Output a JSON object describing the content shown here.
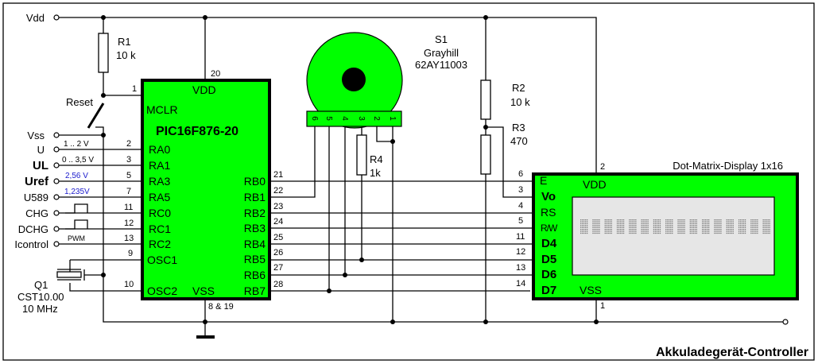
{
  "title": "Akkuladegerät-Controller",
  "colors": {
    "component_fill": "#00ff00",
    "lcd_screen": "#e6e6e6",
    "wire": "#000000",
    "blue_label": "#1a1acc"
  },
  "terminals": {
    "vdd": "Vdd",
    "vss": "Vss",
    "u": "U",
    "ul": "UL",
    "uref": "Uref",
    "u589": "U589",
    "chg": "CHG",
    "dchg": "DCHG",
    "icontrol": "Icontrol"
  },
  "signal_notes": {
    "u": "1 .. 2 V",
    "ul": "0 .. 3,5 V",
    "uref": "2,56 V",
    "u589": "1,235V",
    "icontrol": "PWM"
  },
  "r1": {
    "name": "R1",
    "value": "10 k"
  },
  "r2": {
    "name": "R2",
    "value": "10 k"
  },
  "r3": {
    "name": "R3",
    "value": "470"
  },
  "r4": {
    "name": "R4",
    "value": "1k"
  },
  "reset": {
    "label": "Reset"
  },
  "crystal": {
    "name": "Q1",
    "part": "CST10.00",
    "freq": "10 MHz"
  },
  "s1": {
    "name": "S1",
    "maker": "Grayhill",
    "part": "62AY11003",
    "pins": [
      "6",
      "5",
      "4",
      "3",
      "2",
      "1"
    ]
  },
  "mcu": {
    "name": "PIC16F876-20",
    "vdd": "VDD",
    "vss": "VSS",
    "mclr": "MCLR",
    "vdd_pin": "20",
    "vss_pin": "8 & 19",
    "mclr_pin": "1",
    "left_pins": [
      {
        "label": "RA0",
        "num": "2"
      },
      {
        "label": "RA1",
        "num": "3"
      },
      {
        "label": "RA3",
        "num": "5"
      },
      {
        "label": "RA5",
        "num": "7"
      },
      {
        "label": "RC0",
        "num": "11"
      },
      {
        "label": "RC1",
        "num": "12"
      },
      {
        "label": "RC2",
        "num": "13"
      },
      {
        "label": "OSC1",
        "num": "9"
      },
      {
        "label": "OSC2",
        "num": "10"
      }
    ],
    "right_pins": [
      {
        "label": "RB0",
        "num": "21"
      },
      {
        "label": "RB1",
        "num": "22"
      },
      {
        "label": "RB2",
        "num": "23"
      },
      {
        "label": "RB3",
        "num": "24"
      },
      {
        "label": "RB4",
        "num": "25"
      },
      {
        "label": "RB5",
        "num": "26"
      },
      {
        "label": "RB6",
        "num": "27"
      },
      {
        "label": "RB7",
        "num": "28"
      }
    ]
  },
  "lcd": {
    "name": "Dot-Matrix-Display 1x16",
    "vdd": "VDD",
    "vss": "VSS",
    "vdd_pin": "2",
    "vss_pin": "1",
    "pins": [
      {
        "label": "E",
        "num": "6"
      },
      {
        "label": "Vo",
        "num": "3"
      },
      {
        "label": "RS",
        "num": "4"
      },
      {
        "label": "R/W",
        "num": "5"
      },
      {
        "label": "D4",
        "num": "11"
      },
      {
        "label": "D5",
        "num": "12"
      },
      {
        "label": "D6",
        "num": "13"
      },
      {
        "label": "D7",
        "num": "14"
      }
    ],
    "characters": 16
  }
}
